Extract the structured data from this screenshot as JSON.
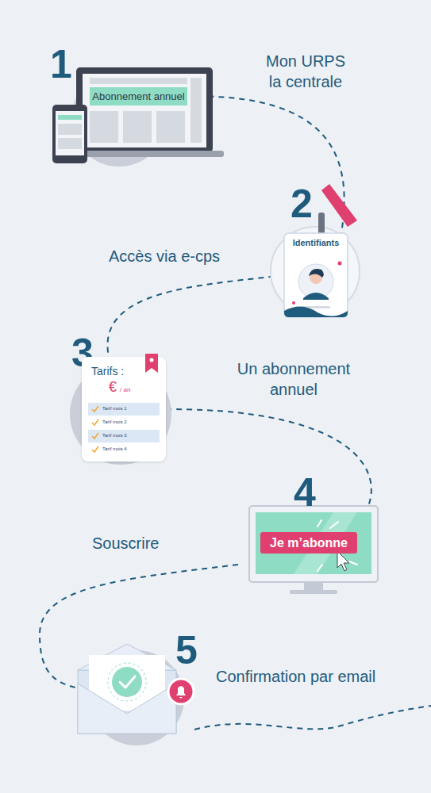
{
  "diagram": {
    "nodes": [
      {
        "text": [
          "Abonnement annuel"
        ]
      },
      {
        "text": [
          "Identifiants"
        ]
      },
      {
        "text": [
          "Tarifs :",
          "€",
          "/ an"
        ]
      },
      {
        "text": [
          "Tarif mois 1"
        ],
        "in": 2
      },
      {
        "text": [
          "Tarif mois 2"
        ],
        "in": 2
      },
      {
        "text": [
          "Tarif mois 3"
        ],
        "in": 2
      },
      {
        "text": [
          "Tarif mois 4"
        ],
        "in": 2
      },
      {
        "text": [
          "Je m’abonne"
        ]
      }
    ],
    "edges": [
      {
        "from": 0,
        "to": 1,
        "arrow": "none"
      },
      {
        "from": 1,
        "to": 2,
        "arrow": "none"
      },
      {
        "from": 2,
        "to": 7,
        "arrow": "none"
      }
    ],
    "labels": [
      "1",
      "Mon URPS la centrale",
      "2",
      "Accès via e-cps",
      "3",
      "Un abonnement annuel",
      "4",
      "Souscrire",
      "5",
      "Confirmation par email"
    ]
  }
}
